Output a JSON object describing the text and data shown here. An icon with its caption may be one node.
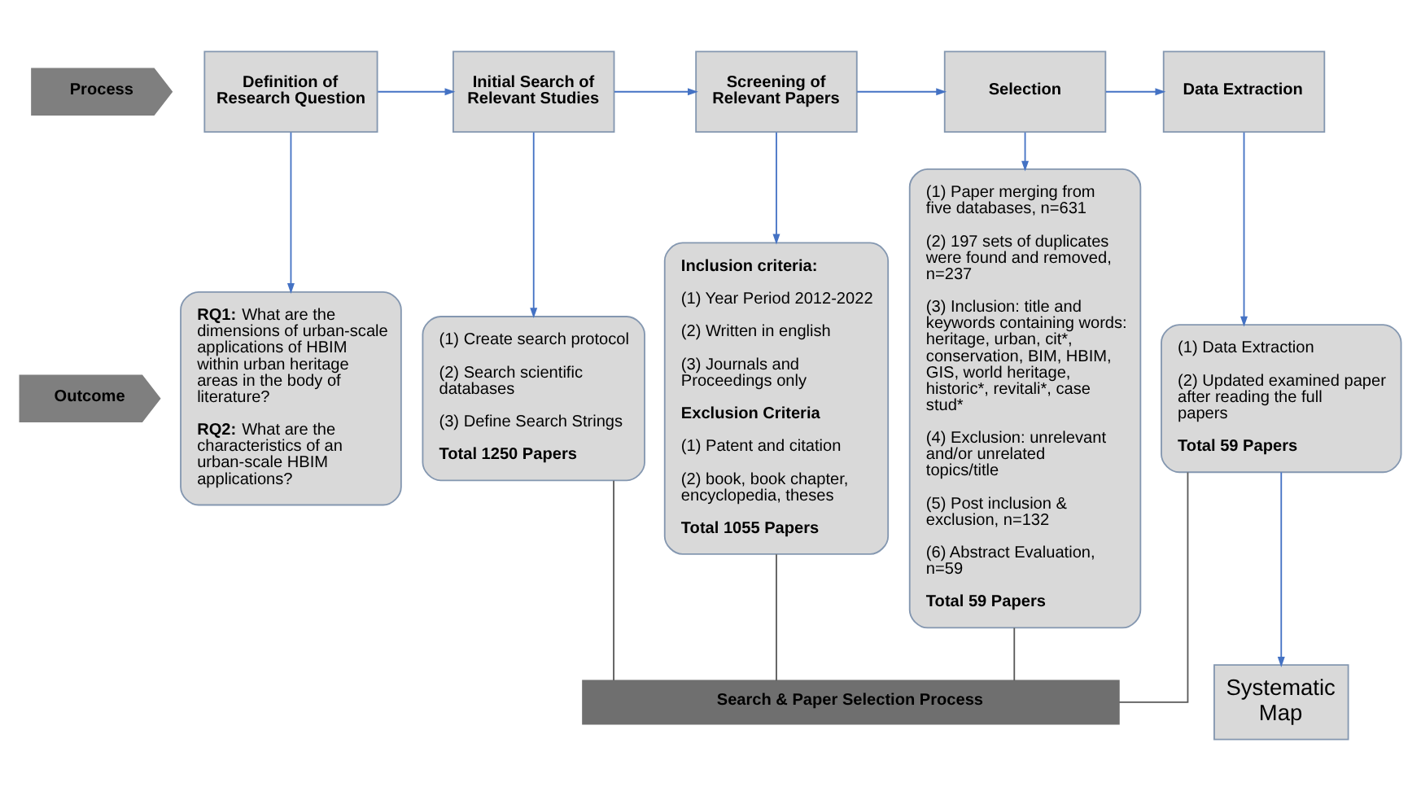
{
  "diagram": {
    "nodes": [
      {
        "text": [
          "Process"
        ]
      },
      {
        "text": [
          "Outcome"
        ]
      },
      {
        "text": [
          "Definition of Research Question"
        ]
      },
      {
        "text": [
          "Initial Search of Relevant Studies"
        ]
      },
      {
        "text": [
          "Screening of Relevant Papers"
        ]
      },
      {
        "text": [
          "Selection"
        ]
      },
      {
        "text": [
          "Data Extraction"
        ]
      },
      {
        "text": [
          "**RQ1:** What are the dimensions of urban-scale applications of HBIM within urban heritage areas in the body of literature?",
          "**RQ2:** What are the characteristics of an urban-scale HBIM applications?"
        ]
      },
      {
        "text": [
          "(1) Create search protocol",
          "(2) Search scientific databases",
          "(3) Define Search Strings",
          "Total 1250 Papers"
        ]
      },
      {
        "text": [
          "Inclusion criteria:",
          "(1) Year Period 2012-2022",
          "(2) Written in english",
          "(3) Journals and Proceedings only",
          "Exclusion Criteria",
          "(1) Patent and citation",
          "(2) book, book chapter, encyclopedia, theses",
          "Total 1055 Papers"
        ]
      },
      {
        "text": [
          "(1) Paper merging from five databases, n=631",
          "(2) 197 sets of duplicates were found and removed, n=237",
          "(3) Inclusion: title and keywords containing words: heritage, urban, cit*, conservation, BIM, HBIM, GIS, world heritage, historic*, revitali*, case stud*",
          "(4) Exclusion: unrelevant and/or unrelated topics/title",
          "(5) Post inclusion & exclusion, n=132",
          "(6) Abstract Evaluation, n=59",
          "Total 59 Papers"
        ]
      },
      {
        "text": [
          "(1) Data Extraction",
          "(2) Updated examined paper after reading the full papers",
          "Total 59 Papers"
        ]
      },
      {
        "text": [
          "Systematic Map"
        ]
      },
      {
        "text": [
          "Search & Paper Selection Process"
        ]
      }
    ],
    "edges": [
      {
        "from": 2,
        "to": 3,
        "arrow": "to"
      },
      {
        "from": 3,
        "to": 4,
        "arrow": "to"
      },
      {
        "from": 4,
        "to": 5,
        "arrow": "to"
      },
      {
        "from": 5,
        "to": 6,
        "arrow": "to"
      },
      {
        "from": 2,
        "to": 7,
        "arrow": "to"
      },
      {
        "from": 3,
        "to": 8,
        "arrow": "to"
      },
      {
        "from": 4,
        "to": 9,
        "arrow": "to"
      },
      {
        "from": 5,
        "to": 10,
        "arrow": "to"
      },
      {
        "from": 6,
        "to": 11,
        "arrow": "to"
      },
      {
        "from": 11,
        "to": 12,
        "arrow": "to"
      },
      {
        "from": 8,
        "to": 13,
        "arrow": "none",
        "color": "#595959"
      },
      {
        "from": 9,
        "to": 13,
        "arrow": "none",
        "color": "#595959"
      },
      {
        "from": 10,
        "to": 13,
        "arrow": "none",
        "color": "#595959"
      },
      {
        "from": 11,
        "to": 13,
        "arrow": "none",
        "color": "#595959"
      }
    ]
  }
}
